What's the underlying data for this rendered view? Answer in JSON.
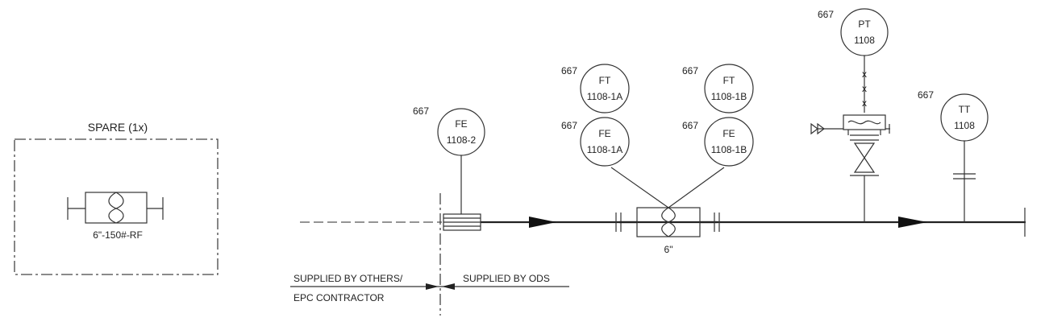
{
  "spare": {
    "title": "SPARE (1x)",
    "spec": "6\"-150#-RF"
  },
  "line": {
    "size_label": "6\""
  },
  "instruments": [
    {
      "id": "fe-1108-2",
      "loop": "667",
      "type": "FE",
      "tag": "1108-2"
    },
    {
      "id": "ft-1108-1a",
      "loop": "667",
      "type": "FT",
      "tag": "1108-1A"
    },
    {
      "id": "fe-1108-1a",
      "loop": "667",
      "type": "FE",
      "tag": "1108-1A"
    },
    {
      "id": "ft-1108-1b",
      "loop": "667",
      "type": "FT",
      "tag": "1108-1B"
    },
    {
      "id": "fe-1108-1b",
      "loop": "667",
      "type": "FE",
      "tag": "1108-1B"
    },
    {
      "id": "pt-1108",
      "loop": "667",
      "type": "PT",
      "tag": "1108"
    },
    {
      "id": "tt-1108",
      "loop": "667",
      "type": "TT",
      "tag": "1108"
    }
  ],
  "scope": {
    "left_line1": "SUPPLIED BY OTHERS/",
    "left_line2": "EPC CONTRACTOR",
    "right": "SUPPLIED BY ODS"
  }
}
